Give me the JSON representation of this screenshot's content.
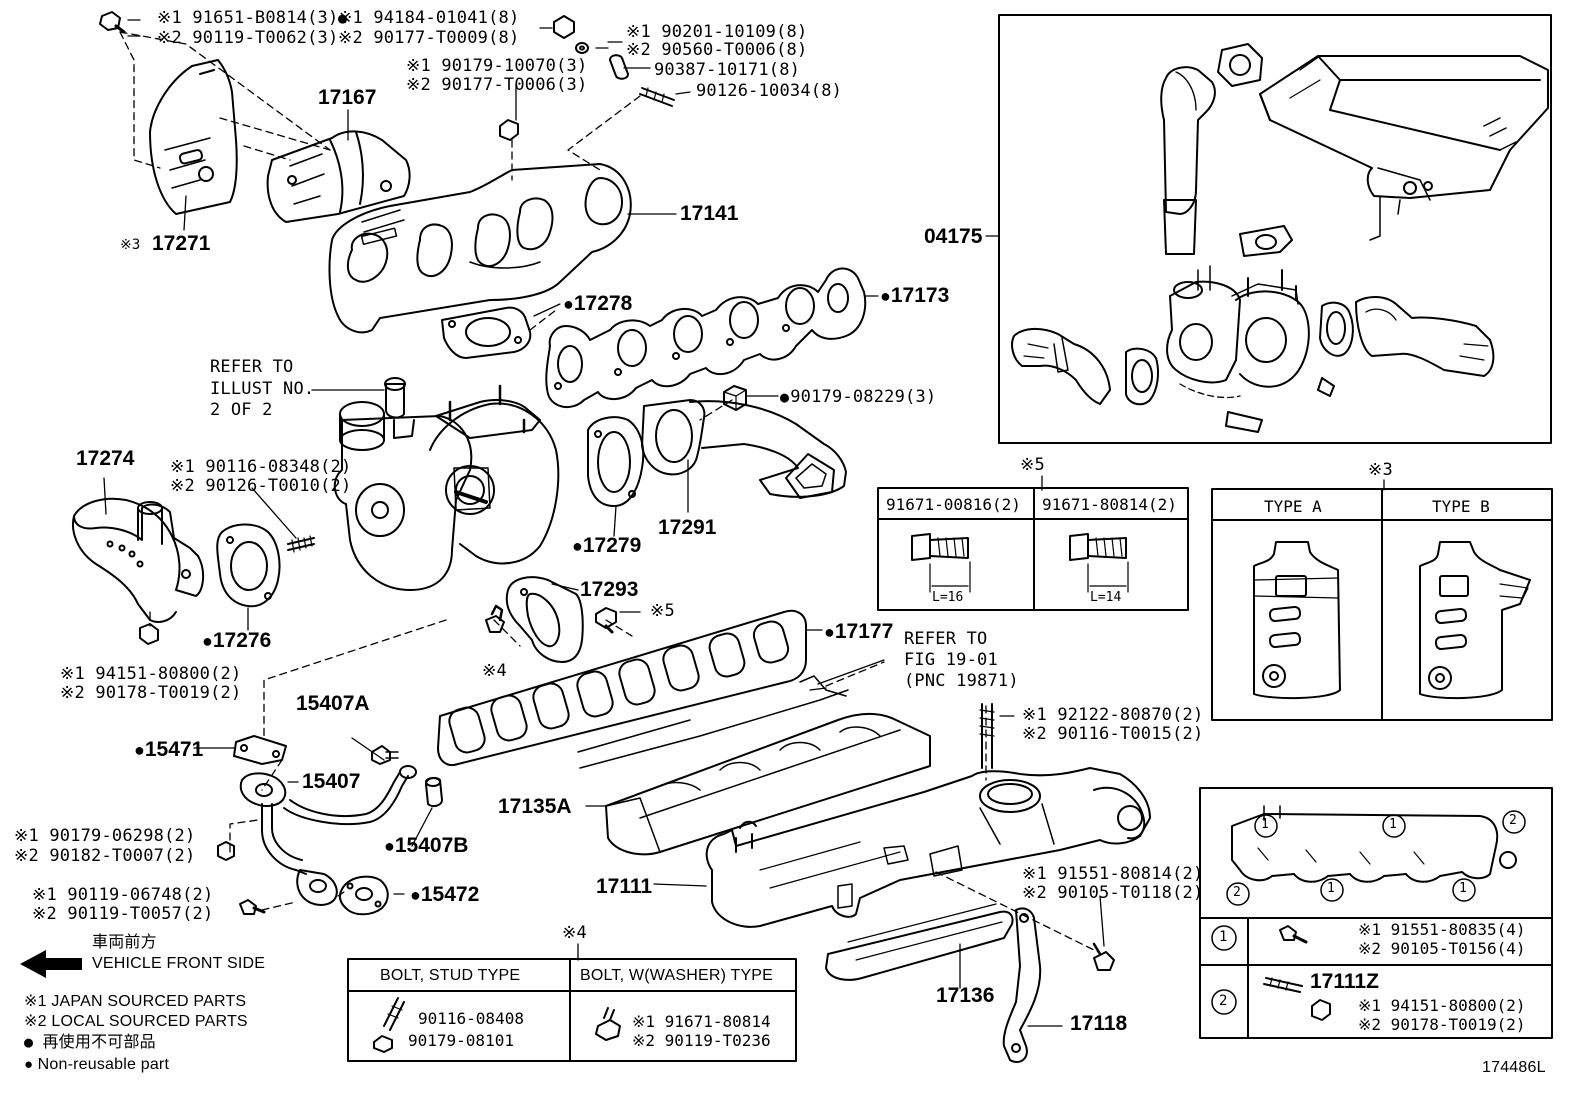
{
  "diagram_id": "174486L",
  "parts": {
    "p17167": "17167",
    "p17141": "17141",
    "p17271": "17271",
    "p17271_mark": "※3",
    "p17278": "17278",
    "p17173": "17173",
    "p04175": "04175",
    "p17274": "17274",
    "p17276": "17276",
    "p17279": "17279",
    "p17291": "17291",
    "p17293": "17293",
    "p17177": "17177",
    "p15407A": "15407A",
    "p15471": "15471",
    "p15407": "15407",
    "p15407B": "15407B",
    "p15472": "15472",
    "p17135A": "17135A",
    "p17111": "17111",
    "p17136": "17136",
    "p17118": "17118"
  },
  "refer_turbo": [
    "REFER TO",
    "ILLUST NO.",
    "2 OF 2"
  ],
  "refer_fig": [
    "REFER TO",
    "FIG 19-01",
    "(PNC 19871)"
  ],
  "fasteners": {
    "f1a": "※1 91651-B0814(3)",
    "f1b": "※2 90119-T0062(3)",
    "f2a": "※1 94184-01041(8)",
    "f2b": "※2 90177-T0009(8)",
    "f3a": "※1 90201-10109(8)",
    "f3b": "※2 90560-T0006(8)",
    "f4": "90387-10171(8)",
    "f5a": "※1 90179-10070(3)",
    "f5b": "※2 90177-T0006(3)",
    "f6": "90126-10034(8)",
    "f7": "90179-08229(3)",
    "f8a": "※1 90116-08348(2)",
    "f8b": "※2 90126-T0010(2)",
    "f9a": "※1 94151-80800(2)",
    "f9b": "※2 90178-T0019(2)",
    "f10": "※5",
    "f11": "※4",
    "f12a": "※1 92122-80870(2)",
    "f12b": "※2 90116-T0015(2)",
    "f13a": "※1 90179-06298(2)",
    "f13b": "※2 90182-T0007(2)",
    "f14a": "※1 90119-06748(2)",
    "f14b": "※2 90119-T0057(2)",
    "f15a": "※1 91551-80814(2)",
    "f15b": "※2 90105-T0118(2)"
  },
  "table5": {
    "mark": "※5",
    "col1": "91671-00816(2)",
    "col2": "91671-80814(2)",
    "len1": "L=16",
    "len2": "L=14"
  },
  "table3": {
    "mark": "※3",
    "type_a": "TYPE A",
    "type_b": "TYPE B"
  },
  "table4": {
    "mark": "※4",
    "head1": "BOLT, STUD TYPE",
    "head2": "BOLT, W(WASHER) TYPE",
    "stud": "90116-08408",
    "nut": "90179-08101",
    "w1": "※1 91671-80814",
    "w2": "※2 90119-T0236"
  },
  "table_right": {
    "c1": "1",
    "c2": "2",
    "r1a": "※1 91551-80835(4)",
    "r1b": "※2 90105-T0156(4)",
    "r2part": "17111Z",
    "r2a": "※1 94151-80800(2)",
    "r2b": "※2 90178-T0019(2)"
  },
  "legend": {
    "front_jp": "車両前方",
    "front_en": "VEHICLE FRONT SIDE",
    "l1": "※1 JAPAN SOURCED PARTS",
    "l2": "※2 LOCAL SOURCED PARTS",
    "l3": "再使用不可部品",
    "l4": "Non-reusable part"
  }
}
